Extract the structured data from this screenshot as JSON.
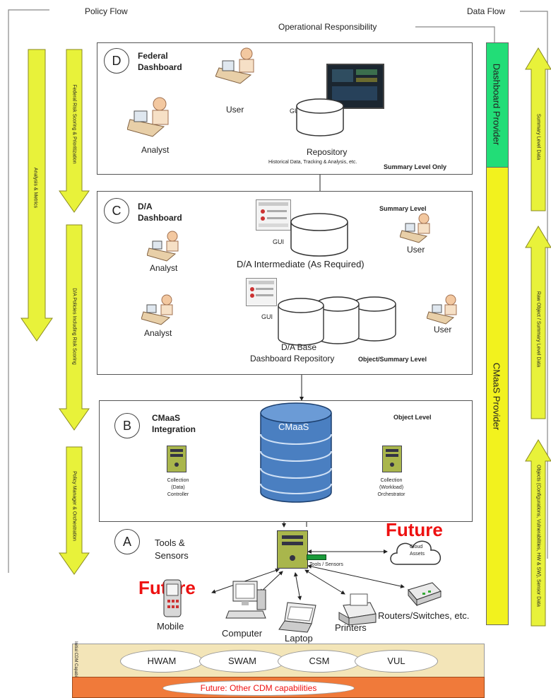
{
  "header": {
    "policy_flow": "Policy Flow",
    "data_flow": "Data Flow",
    "operational_responsibility": "Operational Responsibility"
  },
  "left_arrows": [
    {
      "label": "Analysis & Metrics"
    },
    {
      "label": "Federal Risk Scoring & Prioritization"
    },
    {
      "label": "D/A Policies Including Risk Scoring"
    },
    {
      "label": "Policy Manager & Orchestration"
    }
  ],
  "providers": {
    "dashboard": "Dashboard Provider",
    "cmaas": "CMaaS Provider"
  },
  "right_arrows": [
    {
      "label": "Summary Level Data"
    },
    {
      "label": "Raw Object / Summary Level Data"
    },
    {
      "label": "Objects (Configurations, Vulnerabilities, HW & SW), Sensor Data"
    }
  ],
  "panel_d": {
    "letter": "D",
    "title_line1": "Federal",
    "title_line2": "Dashboard",
    "user": "User",
    "gui": "GUI",
    "analyst": "Analyst",
    "repository": "Repository",
    "repository_sub": "Historical Data, Tracking & Analysis, etc.",
    "level": "Summary Level Only"
  },
  "panel_c": {
    "letter": "C",
    "title_line1": "D/A",
    "title_line2": "Dashboard",
    "summary_level": "Summary Level",
    "gui_top": "GUI",
    "analyst_top": "Analyst",
    "intermediate": "D/A Intermediate (As Required)",
    "user_top": "User",
    "gui_bottom": "GUI",
    "analyst_bottom": "Analyst",
    "user_bottom": "User",
    "base_line1": "D/A Base",
    "base_line2": "Dashboard Repository",
    "object_summary_level": "Object/Summary Level"
  },
  "panel_b": {
    "letter": "B",
    "title_line1": "CMaaS",
    "title_line2": "Integration",
    "cmaas": "CMaaS",
    "object_level": "Object Level",
    "collection_controller": [
      "Collection",
      "(Data)",
      "Controller"
    ],
    "collection_orchestrator": [
      "Collection",
      "(Workload)",
      "Orchestrator"
    ]
  },
  "section_a": {
    "letter": "A",
    "title_line1": "Tools &",
    "title_line2": "Sensors",
    "tools_sensors": "Tools / Sensors",
    "future_1": "Future",
    "future_2": "Future",
    "cloud_line1": "Cloud",
    "cloud_line2": "Assets",
    "mobile": "Mobile",
    "computer": "Computer",
    "laptop": "Laptop",
    "printers": "Printers",
    "routers": "Routers/Switches, etc."
  },
  "capabilities": {
    "side_label": "Initial CDM Capabilities",
    "items": [
      "HWAM",
      "SWAM",
      "CSM",
      "VUL"
    ],
    "future": "Future:  Other CDM capabilities"
  },
  "colors": {
    "arrow_fill": "#e8f23a",
    "dashboard_provider": "#22dd77",
    "cmaas_provider": "#f2f21e",
    "cmaas_db": "#4a7fc1",
    "capability_band": "#f3e5b8",
    "future_band": "#f07a3a",
    "future_text": "#e11111"
  }
}
